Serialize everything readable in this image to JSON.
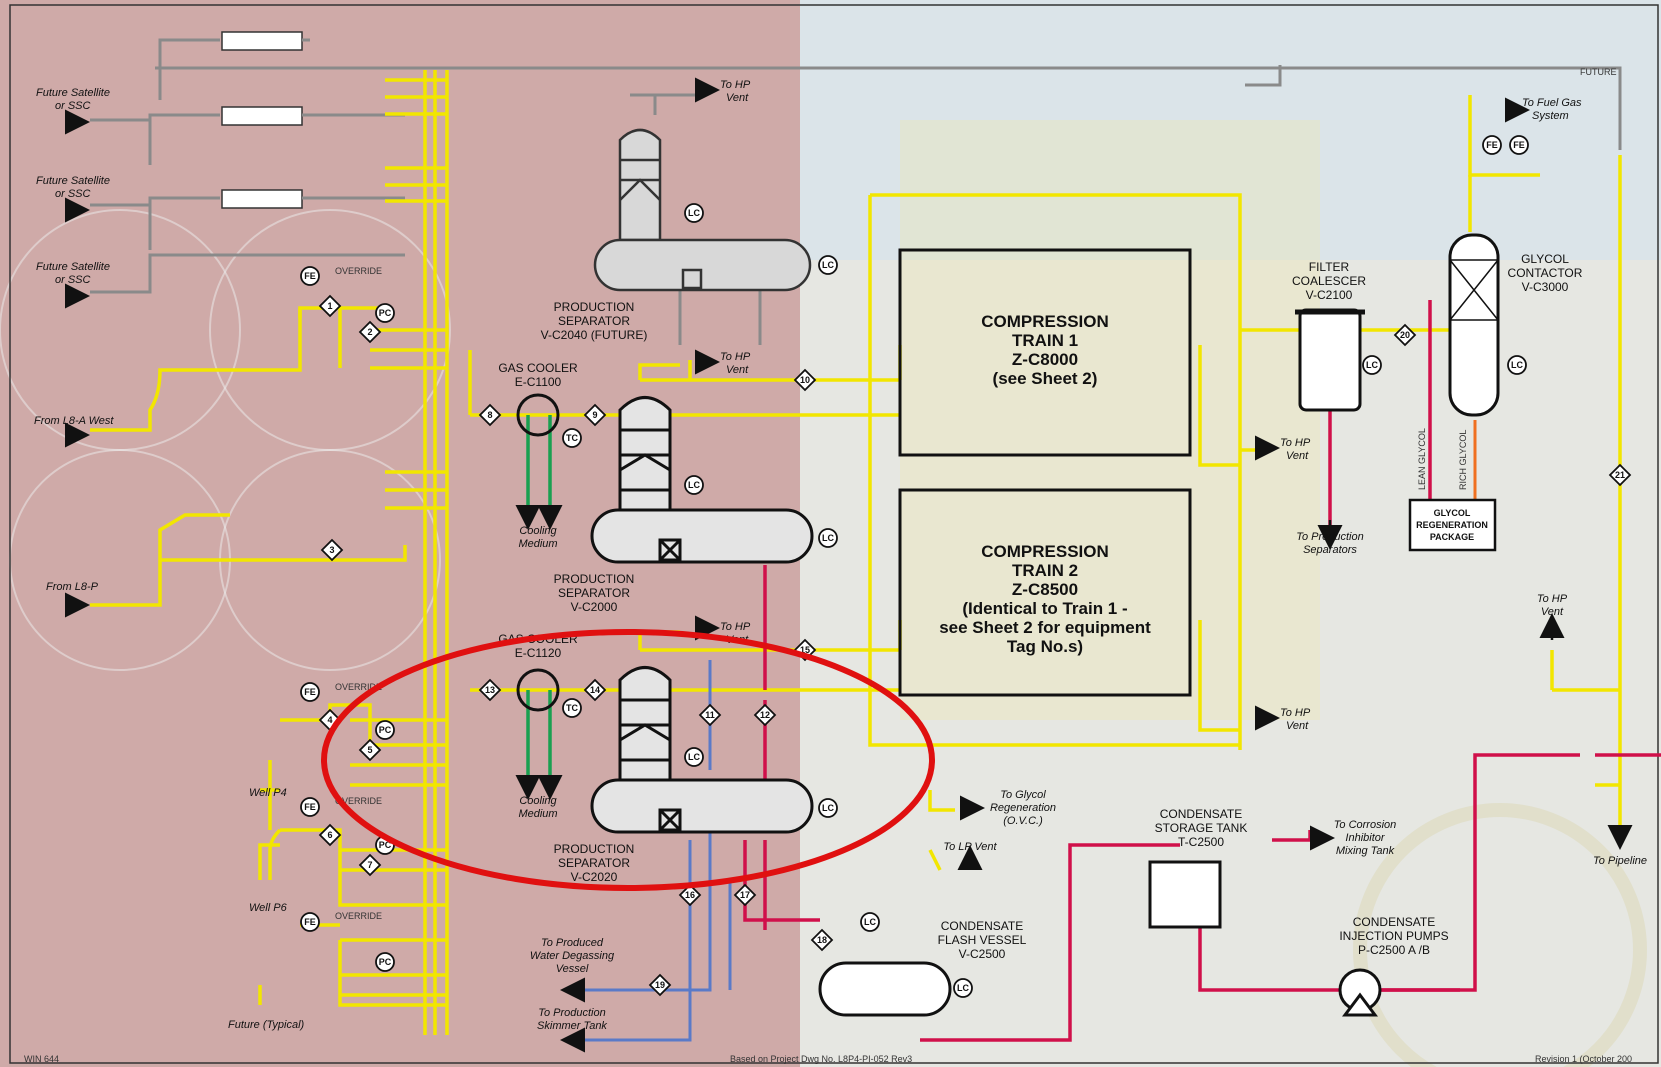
{
  "ui": {
    "accent_red": "#e01010",
    "line_yellow": "#f2e600",
    "line_red": "#d0104a",
    "line_green": "#19a050",
    "line_blue": "#5a7ac8"
  },
  "footer": {
    "left": "WIN 644",
    "center": "Based on Project Dwg No. L8P4-PI-052 Rev3",
    "right": "Revision 1 (October 200"
  },
  "labels": {
    "future_top": "FUTURE",
    "future_sat_1": [
      "Future Satellite",
      "or SSC"
    ],
    "future_sat_2": [
      "Future Satellite",
      "or SSC"
    ],
    "future_sat_3": [
      "Future Satellite",
      "or SSC"
    ],
    "from_l8a": "From L8-A West",
    "from_l8p": "From L8-P",
    "well_p4": "Well P4",
    "well_p6": "Well P6",
    "future_typical": "Future (Typical)",
    "override_1": "OVERRIDE",
    "override_2": "OVERRIDE",
    "override_3": "OVERRIDE",
    "override_4": "OVERRIDE",
    "to_hp_vent_1": [
      "To HP",
      "Vent"
    ],
    "to_hp_vent_2": [
      "To HP",
      "Vent"
    ],
    "to_hp_vent_3": [
      "To HP",
      "Vent"
    ],
    "to_hp_vent_4": [
      "To HP",
      "Vent"
    ],
    "to_hp_vent_5": [
      "To HP",
      "Vent"
    ],
    "to_hp_vent_6": [
      "To HP",
      "Vent"
    ],
    "sep_future": [
      "PRODUCTION",
      "SEPARATOR",
      "V-C2040 (FUTURE)"
    ],
    "sep_c2000": [
      "PRODUCTION",
      "SEPARATOR",
      "V-C2000"
    ],
    "sep_c2020": [
      "PRODUCTION",
      "SEPARATOR",
      "V-C2020"
    ],
    "gas_cooler_1": [
      "GAS COOLER",
      "E-C1100"
    ],
    "gas_cooler_2": [
      "GAS COOLER",
      "E-C1120"
    ],
    "cooling_medium_1": [
      "Cooling",
      "Medium"
    ],
    "cooling_medium_2": [
      "Cooling",
      "Medium"
    ],
    "comp_train_1": [
      "COMPRESSION",
      "TRAIN 1",
      "Z-C8000",
      "(see Sheet 2)"
    ],
    "comp_train_2": [
      "COMPRESSION",
      "TRAIN 2",
      "Z-C8500",
      "(Identical to Train 1 -",
      "see Sheet 2 for equipment",
      "Tag No.s)"
    ],
    "filter": [
      "FILTER",
      "COALESCER",
      "V-C2100"
    ],
    "glycol_contactor": [
      "GLYCOL",
      "CONTACTOR",
      "V-C3000"
    ],
    "glycol_regen": [
      "GLYCOL",
      "REGENERATION",
      "PACKAGE"
    ],
    "lean_glycol": "LEAN GLYCOL",
    "rich_glycol": "RICH GLYCOL",
    "to_fuel_gas": [
      "To Fuel Gas",
      "System"
    ],
    "to_prod_sep": [
      "To Production",
      "Separators"
    ],
    "to_pipeline": "To Pipeline",
    "to_glycol_regen": [
      "To Glycol",
      "Regeneration",
      "(O.V.C.)"
    ],
    "to_lp_vent": "To LP Vent",
    "cond_storage": [
      "CONDENSATE",
      "STORAGE TANK",
      "T-C2500"
    ],
    "to_corrosion": [
      "To Corrosion",
      "Inhibitor",
      "Mixing Tank"
    ],
    "cond_flash": [
      "CONDENSATE",
      "FLASH VESSEL",
      "V-C2500"
    ],
    "cond_pumps": [
      "CONDENSATE",
      "INJECTION PUMPS",
      "P-C2500 A /B"
    ],
    "to_produced_water": [
      "To Produced",
      "Water Degassing",
      "Vessel"
    ],
    "to_skimmer": [
      "To Production",
      "Skimmer Tank"
    ],
    "instr_fe": "FE",
    "instr_pc": "PC",
    "instr_lc": "LC",
    "instr_tc": "TC",
    "streams": [
      "1",
      "2",
      "3",
      "4",
      "5",
      "6",
      "7",
      "8",
      "9",
      "10",
      "11",
      "12",
      "13",
      "14",
      "15",
      "16",
      "17",
      "18",
      "19",
      "20",
      "21"
    ]
  }
}
